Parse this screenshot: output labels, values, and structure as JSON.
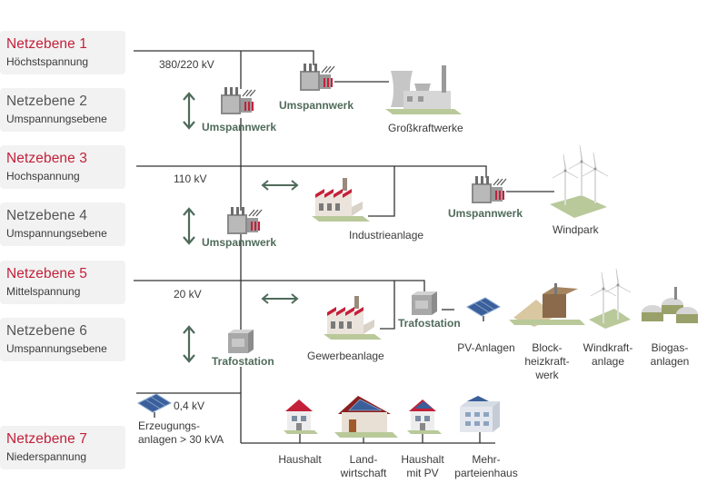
{
  "levels": [
    {
      "title": "Netzebene 1",
      "subtitle": "Höchstspannung",
      "accent": "red"
    },
    {
      "title": "Netzebene 2",
      "subtitle": "Umspannungsebene",
      "accent": "gray"
    },
    {
      "title": "Netzebene 3",
      "subtitle": "Hochspannung",
      "accent": "red"
    },
    {
      "title": "Netzebene 4",
      "subtitle": "Umspannungsebene",
      "accent": "gray"
    },
    {
      "title": "Netzebene 5",
      "subtitle": "Mittelspannung",
      "accent": "red"
    },
    {
      "title": "Netzebene 6",
      "subtitle": "Umspannungsebene",
      "accent": "gray"
    },
    {
      "title": "Netzebene 7",
      "subtitle": "Niederspannung",
      "accent": "red"
    }
  ],
  "voltages": {
    "v1": "380/220 kV",
    "v3": "110 kV",
    "v5": "20 kV",
    "v7": "0,4 kV"
  },
  "stations": {
    "umspannwerk": "Umspannwerk",
    "trafostation": "Trafostation"
  },
  "generators": {
    "grosskraftwerke": "Großkraftwerke",
    "industrieanlage": "Industrieanlage",
    "windpark": "Windpark",
    "gewerbeanlage": "Gewerbeanlage",
    "pv_anlagen": "PV-Anlagen",
    "bhkw": "Block-\nheizkraft-\nwerk",
    "windkraftanlage": "Windkraft-\nanlage",
    "biogasanlagen": "Biogas-\nanlagen",
    "erzeugungsanlagen": "Erzeugungs-\nanlagen > 30 kVA"
  },
  "consumers": {
    "haushalt": "Haushalt",
    "landwirtschaft": "Land-\nwirtschaft",
    "haushalt_pv": "Haushalt\nmit PV",
    "mehrparteienhaus": "Mehr-\nparteienhaus"
  },
  "colors": {
    "accent_red": "#c4203a",
    "station_green": "#4f6b5a",
    "line": "#333333"
  }
}
